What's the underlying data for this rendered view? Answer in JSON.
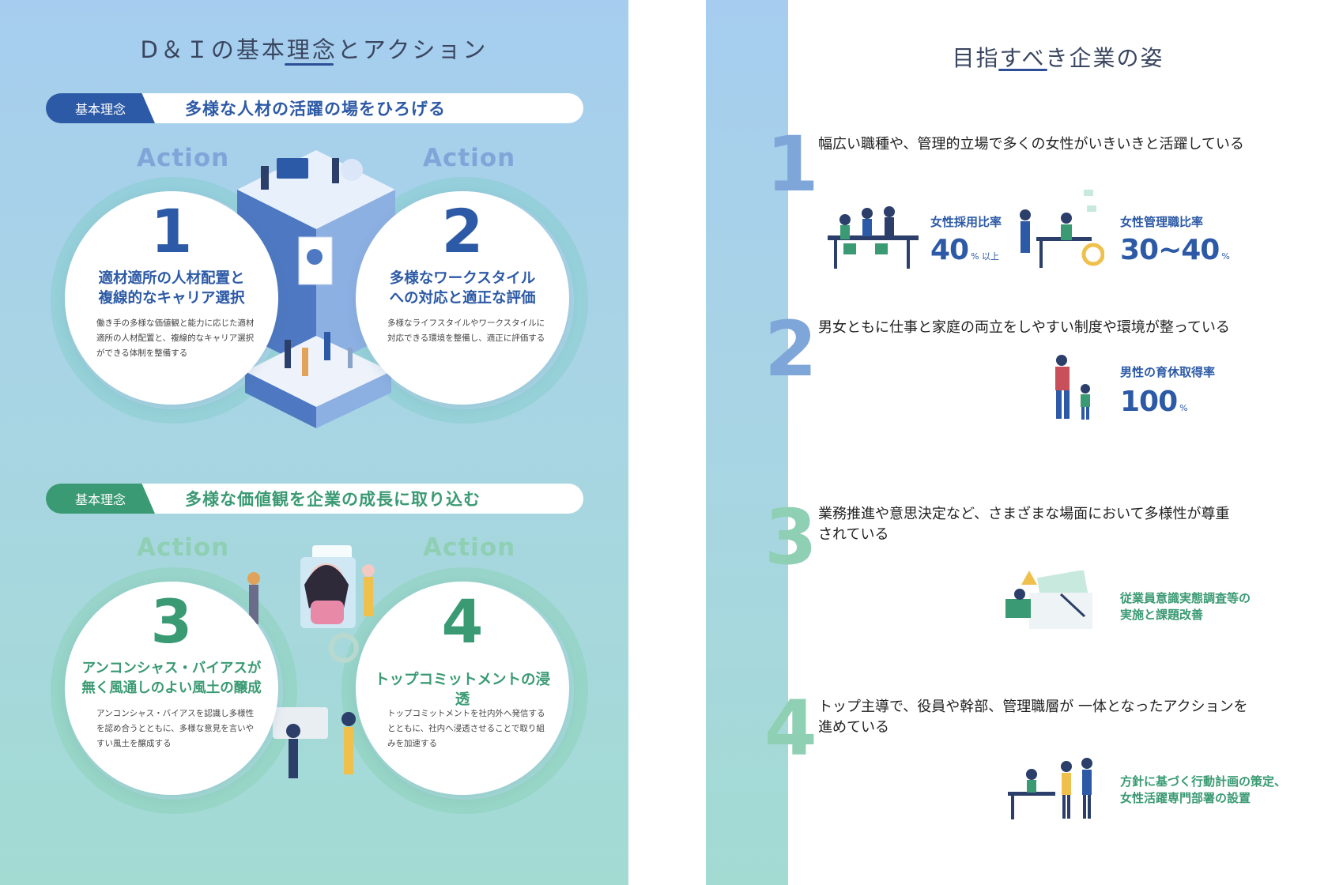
{
  "left": {
    "title": "D＆Ｉの基本理念とアクション",
    "sections": [
      {
        "pill": "基本理念",
        "principle": "多様な人材の活躍の場をひろげる",
        "actions": [
          {
            "word": "Action",
            "number": "1",
            "heading_l1": "適材適所の人材配置と",
            "heading_l2": "複線的なキャリア選択",
            "desc": "働き手の多様な価値観と能力に応じた適材適所の人材配置と、複線的なキャリア選択ができる体制を整備する"
          },
          {
            "word": "Action",
            "number": "2",
            "heading_l1": "多様なワークスタイル",
            "heading_l2": "への対応と適正な評価",
            "desc": "多様なライフスタイルやワークスタイルに対応できる環境を整備し、適正に評価する"
          }
        ]
      },
      {
        "pill": "基本理念",
        "principle": "多様な価値観を企業の成長に取り込む",
        "actions": [
          {
            "word": "Action",
            "number": "3",
            "heading_l1": "アンコンシャス・バイアスが",
            "heading_l2": "無く風通しのよい風土の醸成",
            "desc": "アンコンシャス・バイアスを認識し多様性を認め合うとともに、多様な意見を言いやすい風土を醸成する"
          },
          {
            "word": "Action",
            "number": "4",
            "heading_l1": "トップコミットメントの浸透",
            "heading_l2": "",
            "desc": "トップコミットメントを社内外へ発信するとともに、社内へ浸透させることで取り組みを加速する"
          }
        ]
      }
    ]
  },
  "right": {
    "title": "目指すべき企業の姿",
    "goals": [
      {
        "number": "1",
        "text": "幅広い職種や、管理的立場で多くの女性がいきいきと活躍している"
      },
      {
        "number": "2",
        "text": "男女ともに仕事と家庭の両立をしやすい制度や環境が整っている"
      },
      {
        "number": "3",
        "text_l1": "業務推進や意思決定など、さまざまな場面において多様性が尊重",
        "text_l2": "されている"
      },
      {
        "number": "4",
        "text_l1": "トップ主導で、役員や幹部、管理職層が 一体となったアクションを",
        "text_l2": "進めている"
      }
    ],
    "stats": {
      "female_hiring_label": "女性採用比率",
      "female_hiring_value": "40",
      "female_hiring_unit": "% 以上",
      "female_mgr_label": "女性管理職比率",
      "female_mgr_value": "30~40",
      "female_mgr_unit": "%",
      "male_leave_label": "男性の育休取得率",
      "male_leave_value": "100",
      "male_leave_unit": "%",
      "survey_l1": "従業員意識実態調査等の",
      "survey_l2": "実施と課題改善",
      "plan_l1": "方針に基づく行動計画の策定、",
      "plan_l2": "女性活躍専門部署の設置"
    }
  },
  "colors": {
    "blue": "#2d5aa6",
    "green": "#3a9a73",
    "action_blue": "#7fa6d8",
    "action_green": "#8fcfb4"
  }
}
